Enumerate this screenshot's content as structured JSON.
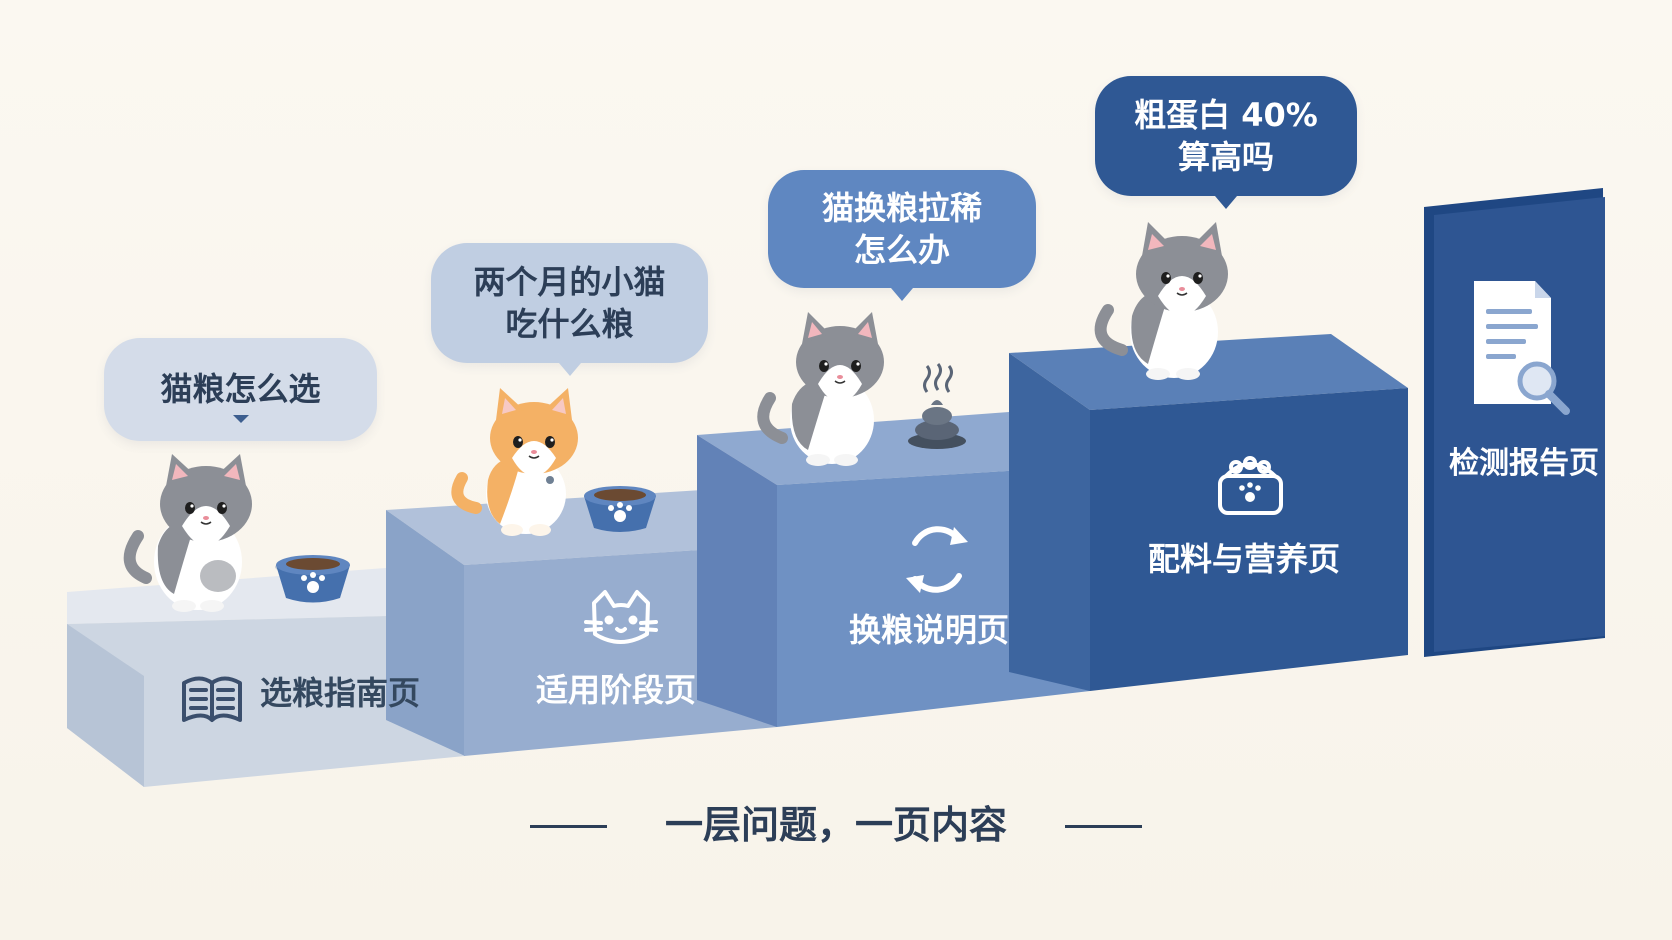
{
  "colors": {
    "background": "#faf6ee",
    "step1": "#d3dbe6",
    "step2": "#97adcf",
    "step3": "#6f91c3",
    "step4": "#4b74ad",
    "step5": "#2e5592",
    "text_dark": "#2c3e57"
  },
  "steps": [
    {
      "label": "选粮指南页",
      "icon": "book-icon"
    },
    {
      "label": "适用阶段页",
      "icon": "cat-face-icon"
    },
    {
      "label": "换粮说明页",
      "icon": "refresh-icon"
    },
    {
      "label": "配料与营养页",
      "icon": "food-bowl-icon"
    }
  ],
  "report_panel": {
    "label": "检测报告页",
    "icon": "document-search-icon"
  },
  "bubbles": [
    {
      "lines": [
        "猫粮怎么选"
      ]
    },
    {
      "lines": [
        "两个月的小猫",
        "吃什么粮"
      ]
    },
    {
      "lines": [
        "猫换粮拉稀",
        "怎么办"
      ]
    },
    {
      "lines": [
        "粗蛋白 40%",
        "算高吗"
      ]
    }
  ],
  "caption": "一层问题，一页内容"
}
